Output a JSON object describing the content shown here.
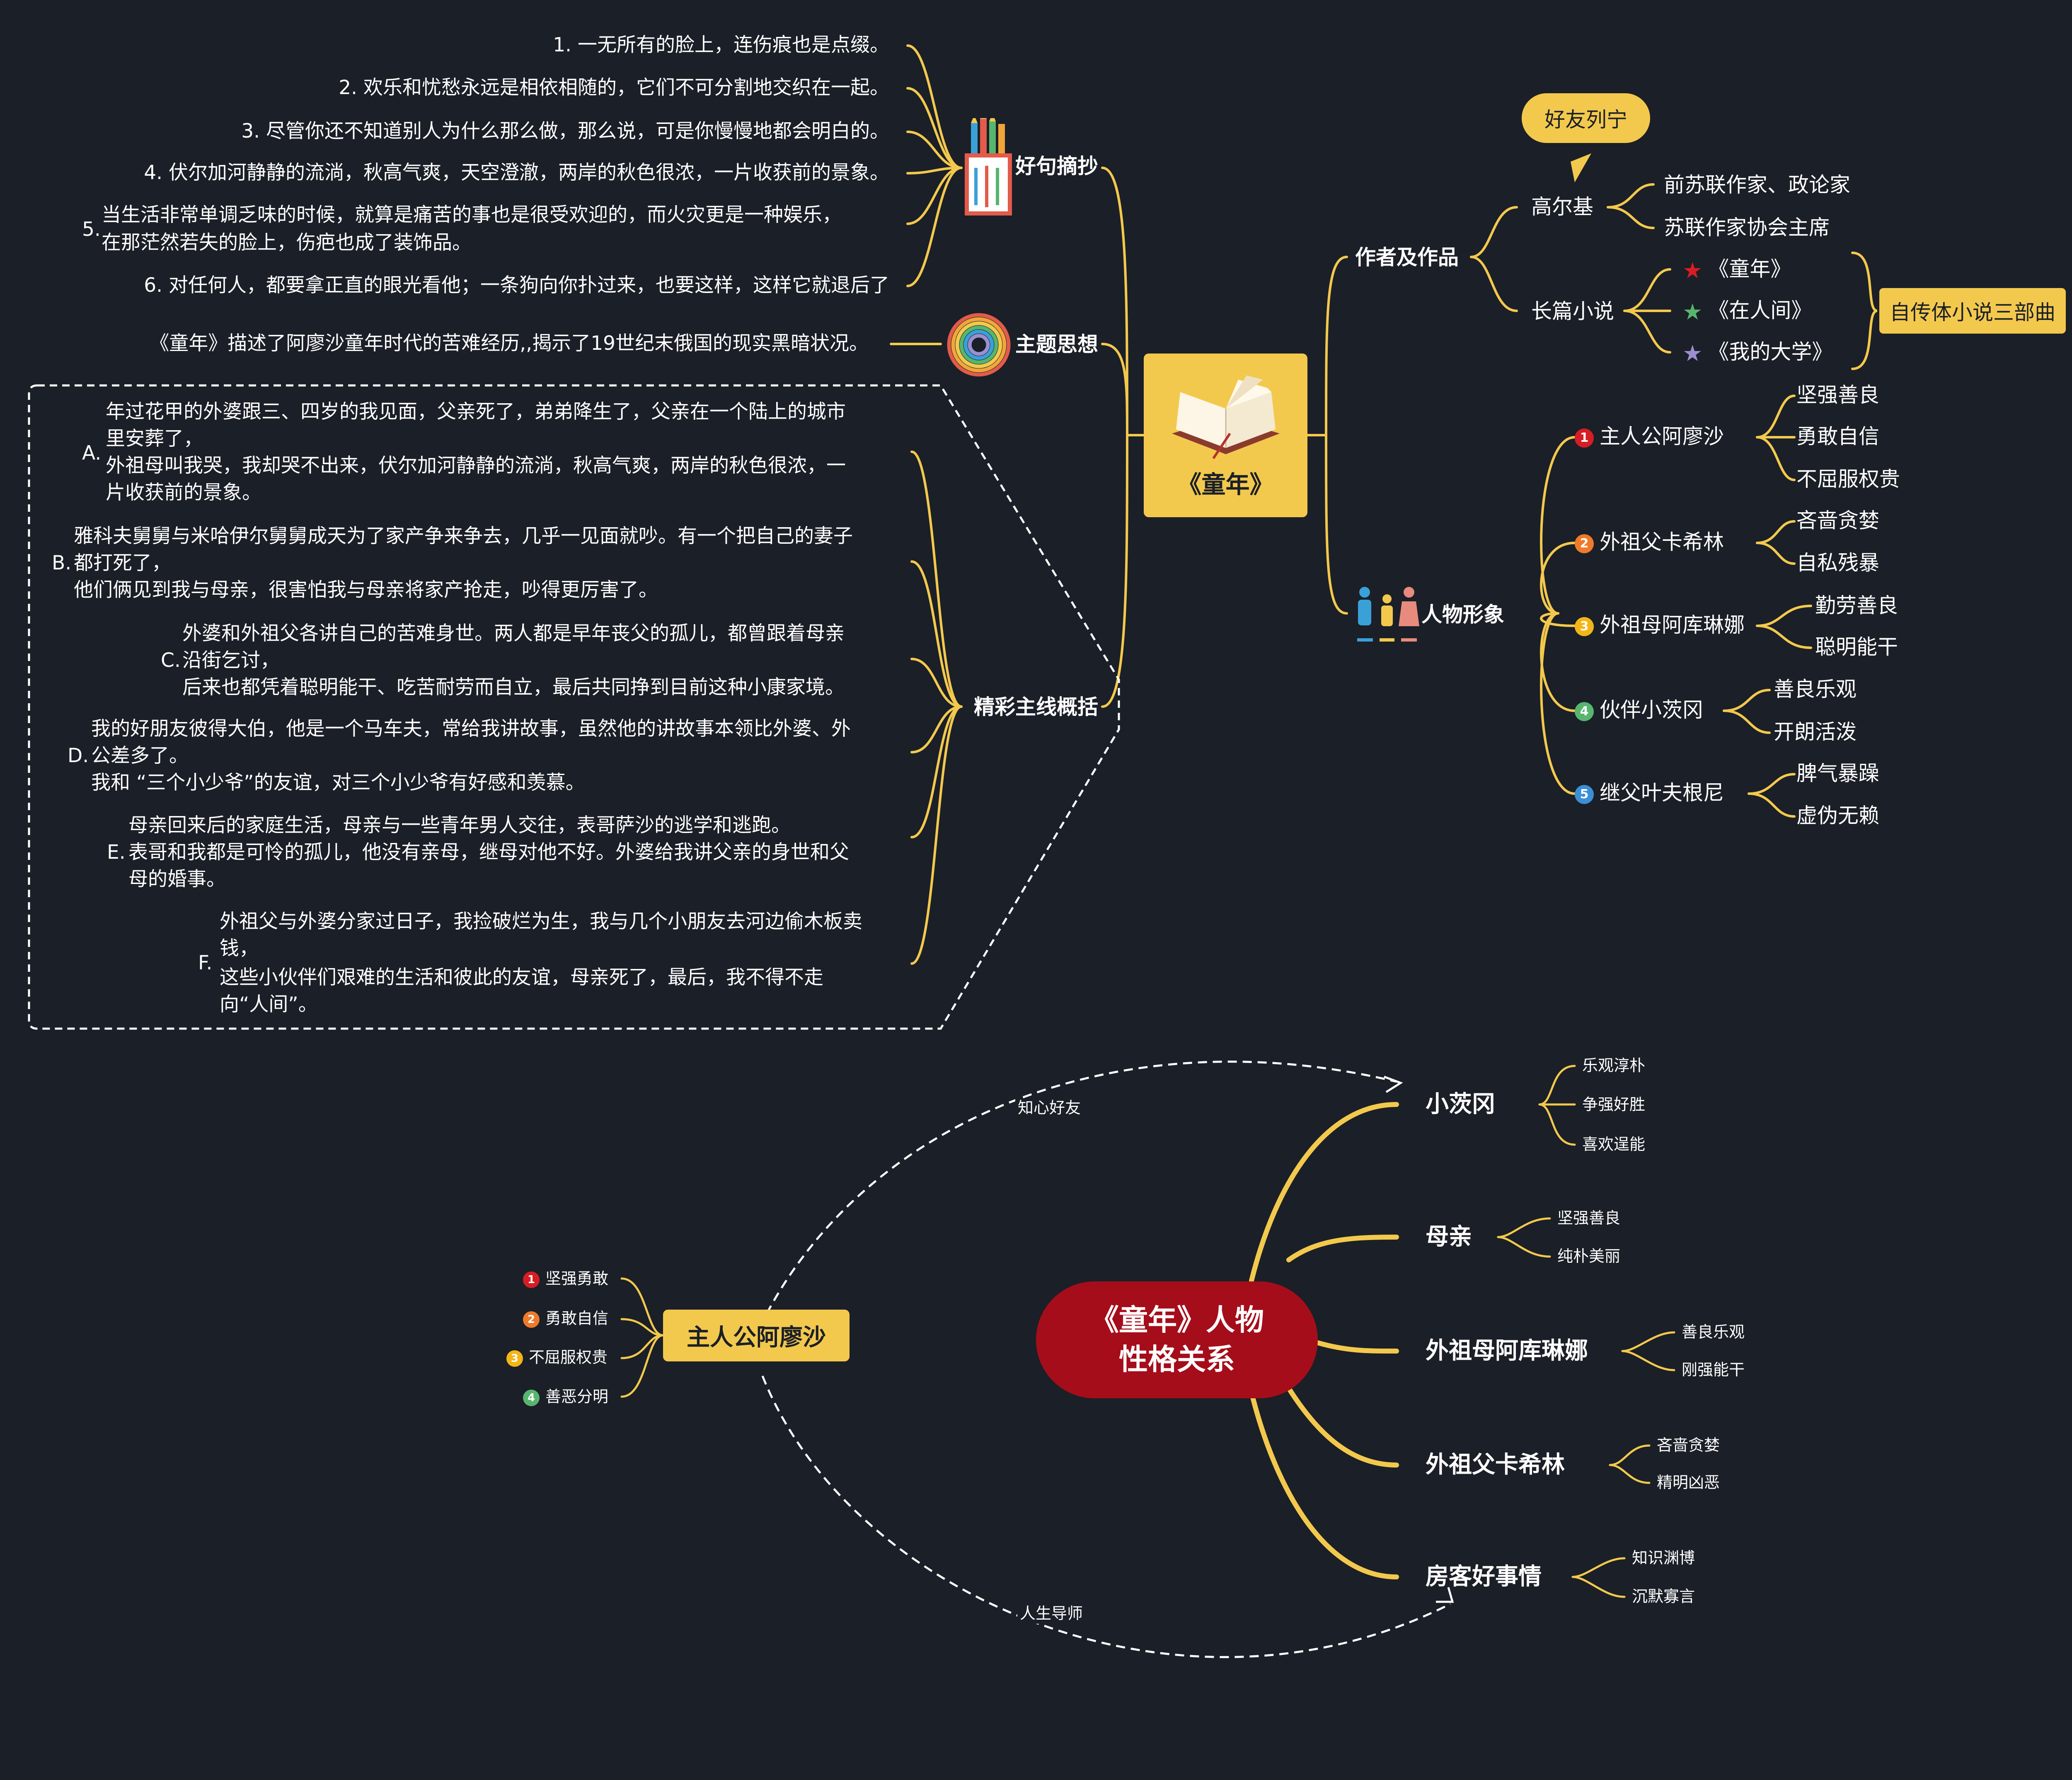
{
  "center": {
    "title": "《童年》"
  },
  "quotes": {
    "label": "好句摘抄",
    "items": [
      "1. 一无所有的脸上，连伤痕也是点缀。",
      "2. 欢乐和忧愁永远是相依相随的，它们不可分割地交织在一起。",
      "3. 尽管你还不知道别人为什么那么做，那么说，可是你慢慢地都会明白的。",
      "4. 伏尔加河静静的流淌，秋高气爽，天空澄澈，两岸的秋色很浓，一片收获前的景象。",
      "6. 对任何人，都要拿正直的眼光看他；一条狗向你扑过来，也要这样，这样它就退后了"
    ],
    "item5_num": "5.",
    "item5_line1": "当生活非常单调乏味的时候，就算是痛苦的事也是很受欢迎的，而火灾更是一种娱乐，",
    "item5_line2": "在那茫然若失的脸上，伤疤也成了装饰品。"
  },
  "theme": {
    "label": "主题思想",
    "text": "《童年》描述了阿廖沙童年时代的苦难经历,,揭示了19世纪末俄国的现实黑暗状况。"
  },
  "plot": {
    "label": "精彩主线概括",
    "items": [
      {
        "letter": "A.",
        "lines": [
          "年过花甲的外婆跟三、四岁的我见面，父亲死了，弟弟降生了，父亲在一个陆上的城市",
          "里安葬了，",
          "外祖母叫我哭，我却哭不出来，伏尔加河静静的流淌，秋高气爽，两岸的秋色很浓，一",
          "片收获前的景象。"
        ]
      },
      {
        "letter": "B.",
        "lines": [
          "雅科夫舅舅与米哈伊尔舅舅成天为了家产争来争去，几乎一见面就吵。有一个把自己的妻子",
          "都打死了，",
          "他们俩见到我与母亲，很害怕我与母亲将家产抢走，吵得更厉害了。"
        ]
      },
      {
        "letter": "C.",
        "lines": [
          "外婆和外祖父各讲自己的苦难身世。两人都是早年丧父的孤儿，都曾跟着母亲",
          "沿街乞讨，",
          "后来也都凭着聪明能干、吃苦耐劳而自立，最后共同挣到目前这种小康家境。"
        ]
      },
      {
        "letter": "D.",
        "lines": [
          "我的好朋友彼得大伯，他是一个马车夫，常给我讲故事，虽然他的讲故事本领比外婆、外",
          "公差多了。",
          "我和 “三个小少爷”的友谊，对三个小少爷有好感和羡慕。"
        ]
      },
      {
        "letter": "E.",
        "lines": [
          "母亲回来后的家庭生活，母亲与一些青年男人交往，表哥萨沙的逃学和逃跑。",
          "表哥和我都是可怜的孤儿，他没有亲母，继母对他不好。外婆给我讲父亲的身世和父",
          "母的婚事。"
        ]
      },
      {
        "letter": "F.",
        "lines": [
          "外祖父与外婆分家过日子，我捡破烂为生，我与几个小朋友去河边偷木板卖",
          "钱，",
          "这些小伙伴们艰难的生活和彼此的友谊，母亲死了，最后，我不得不走",
          "向“人间”。"
        ]
      }
    ]
  },
  "author": {
    "label": "作者及作品",
    "name": "高尔基",
    "callout": "好友列宁",
    "titles": [
      "前苏联作家、政论家",
      "苏联作家协会主席"
    ],
    "novel_label": "长篇小说",
    "novels": [
      "《童年》",
      "《在人间》",
      "《我的大学》"
    ],
    "trilogy": "自传体小说三部曲",
    "star_colors": [
      "#d71d24",
      "#57b56e",
      "#9b8fd0"
    ]
  },
  "characters": {
    "label": "人物形象",
    "list": [
      {
        "num": "1",
        "name": "主人公阿廖沙",
        "traits": [
          "坚强善良",
          "勇敢自信",
          "不屈服权贵"
        ]
      },
      {
        "num": "2",
        "name": "外祖父卡希林",
        "traits": [
          "吝啬贪婪",
          "自私残暴"
        ]
      },
      {
        "num": "3",
        "name": "外祖母阿库琳娜",
        "traits": [
          "勤劳善良",
          "聪明能干"
        ]
      },
      {
        "num": "4",
        "name": "伙伴小茨冈",
        "traits": [
          "善良乐观",
          "开朗活泼"
        ]
      },
      {
        "num": "5",
        "name": "继父叶夫根尼",
        "traits": [
          "脾气暴躁",
          "虚伪无赖"
        ]
      }
    ]
  },
  "relations": {
    "center": "《童年》人物\n性格关系",
    "hero": {
      "name": "主人公阿廖沙",
      "traits": [
        "坚强勇敢",
        "勇敢自信",
        "不屈服权贵",
        "善恶分明"
      ]
    },
    "link_top": "知心好友",
    "link_bottom": "人生导师",
    "branches": [
      {
        "name": "小茨冈",
        "traits": [
          "乐观淳朴",
          "争强好胜",
          "喜欢逞能"
        ]
      },
      {
        "name": "母亲",
        "traits": [
          "坚强善良",
          "纯朴美丽"
        ]
      },
      {
        "name": "外祖母阿库琳娜",
        "traits": [
          "善良乐观",
          "刚强能干"
        ]
      },
      {
        "name": "外祖父卡希林",
        "traits": [
          "吝啬贪婪",
          "精明凶恶"
        ]
      },
      {
        "name": "房客好事情",
        "traits": [
          "知识渊博",
          "沉默寡言"
        ]
      }
    ]
  },
  "colors": {
    "line": "#f3c94d",
    "background": "#1b1f27",
    "relation_center": "#a50d1a"
  }
}
